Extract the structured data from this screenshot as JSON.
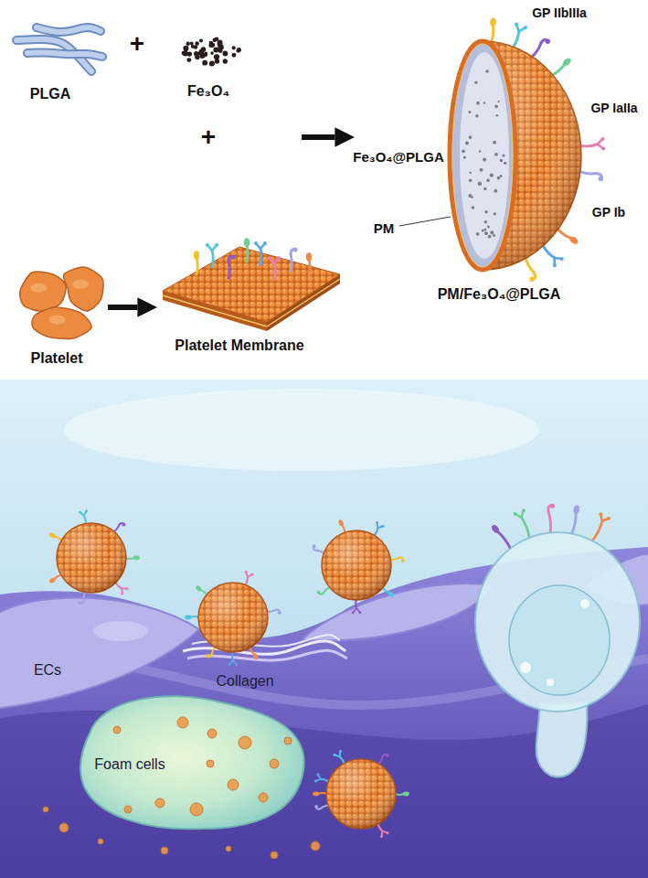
{
  "diagram": {
    "nodes": [
      {
        "text": [
          "PLGA"
        ]
      },
      {
        "text": [
          "Fe₃O₄"
        ]
      },
      {
        "text": [
          "PM/Fe₃O₄@PLGA"
        ]
      },
      {
        "text": [
          "Platelet"
        ]
      },
      {
        "text": [
          "Platelet Membrane"
        ]
      }
    ],
    "edges": [
      {
        "from": 1,
        "to": 2,
        "arrow": "to"
      },
      {
        "from": 3,
        "to": 4,
        "arrow": "to"
      }
    ],
    "labels": [
      "+",
      "+",
      "Fe₃O₄@PLGA",
      "GP IIbIIIa",
      "GP IaIIa",
      "GP Ib",
      "PM",
      "ECs",
      "Collagen",
      "Foam cells"
    ]
  }
}
